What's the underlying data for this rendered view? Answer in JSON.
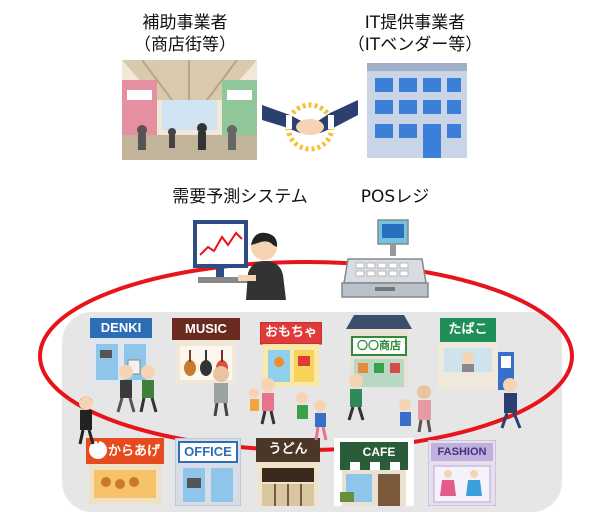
{
  "top": {
    "left_label_line1": "補助事業者",
    "left_label_line2": "（商店街等）",
    "right_label_line1": "IT提供事業者",
    "right_label_line2": "（ITベンダー等）"
  },
  "systems": {
    "demand_label": "需要予測システム",
    "pos_label": "POSレジ"
  },
  "shops": {
    "denki": "DENKI",
    "music": "MUSIC",
    "omocha": "おもちゃ",
    "shoten": "〇〇商店",
    "tabako": "たばこ",
    "karaage": "からあげ",
    "office": "OFFICE",
    "udon": "うどん",
    "cafe": "CAFE",
    "fashion": "FASHION"
  },
  "colors": {
    "ring": "#e8141b",
    "street": "#e6e6e6"
  }
}
